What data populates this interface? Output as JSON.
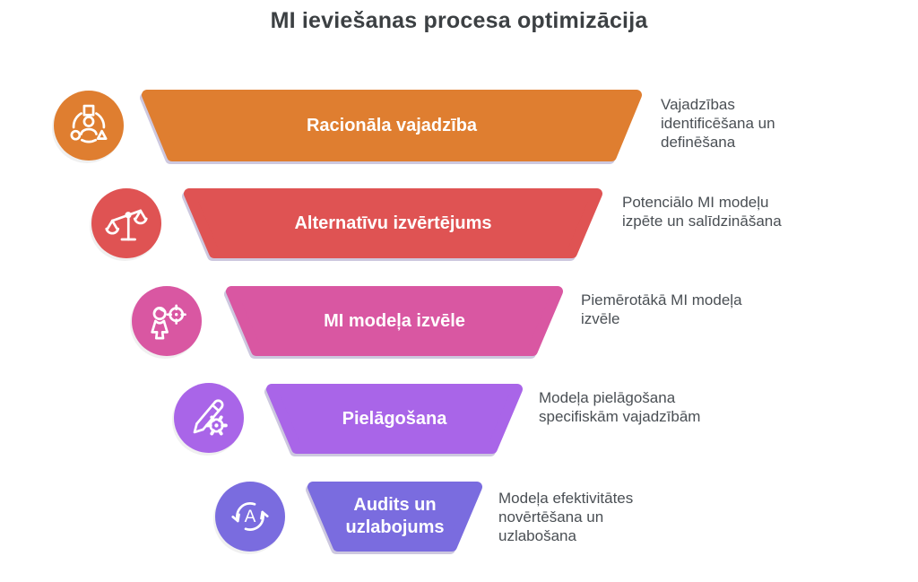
{
  "title": "MI ieviešanas procesa optimizācija",
  "colors": {
    "title_text": "#3c4043",
    "description_text": "#4a4f54",
    "bar_label_text": "#ffffff",
    "background": "#ffffff"
  },
  "rows": [
    {
      "label": "Racionāla vajadzība",
      "description": "Vajadzības\nidentificēšana un\ndefinēšana",
      "color": "#df7e30",
      "icon": "person-network-icon"
    },
    {
      "label": "Alternatīvu izvērtējums",
      "description": "Potenciālo MI modeļu\nizpēte un salīdzināšana",
      "color": "#df5353",
      "icon": "balance-scale-icon"
    },
    {
      "label": "MI modeļa izvēle",
      "description": "Piemērotākā MI modeļa\nizvēle",
      "color": "#d957a2",
      "icon": "person-target-icon"
    },
    {
      "label": "Pielāgošana",
      "description": "Modeļa pielāgošana\nspecifiskām vajadzībām",
      "color": "#a965e8",
      "icon": "pencil-gear-icon"
    },
    {
      "label": "Audits un\nuzlabojums",
      "description": "Modeļa efektivitātes\nnovērtēšana un\nuzlabošana",
      "color": "#7a6cdf",
      "icon": "refresh-cycle-icon",
      "icon_letter": "A"
    }
  ]
}
